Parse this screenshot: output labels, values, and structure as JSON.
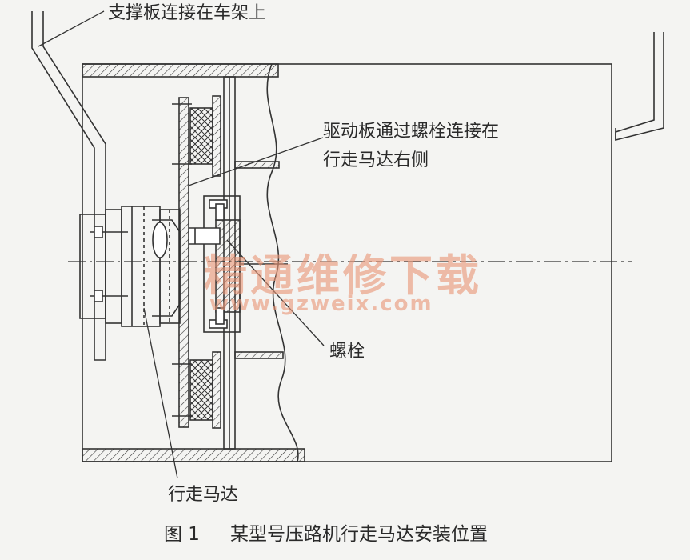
{
  "labels": {
    "support_plate": "支撑板连接在车架上",
    "drive_plate_line1": "驱动板通过螺栓连接在",
    "drive_plate_line2": "行走马达右侧",
    "bolt": "螺栓",
    "travel_motor": "行走马达"
  },
  "caption": {
    "number": "图 1",
    "title": "某型号压路机行走马达安装位置"
  },
  "watermark": {
    "cn": "精通维修下载",
    "url": "www.gzweix.com"
  },
  "colors": {
    "line": "#333333",
    "watermark": "#e89678",
    "background": "#f4f4f2"
  }
}
